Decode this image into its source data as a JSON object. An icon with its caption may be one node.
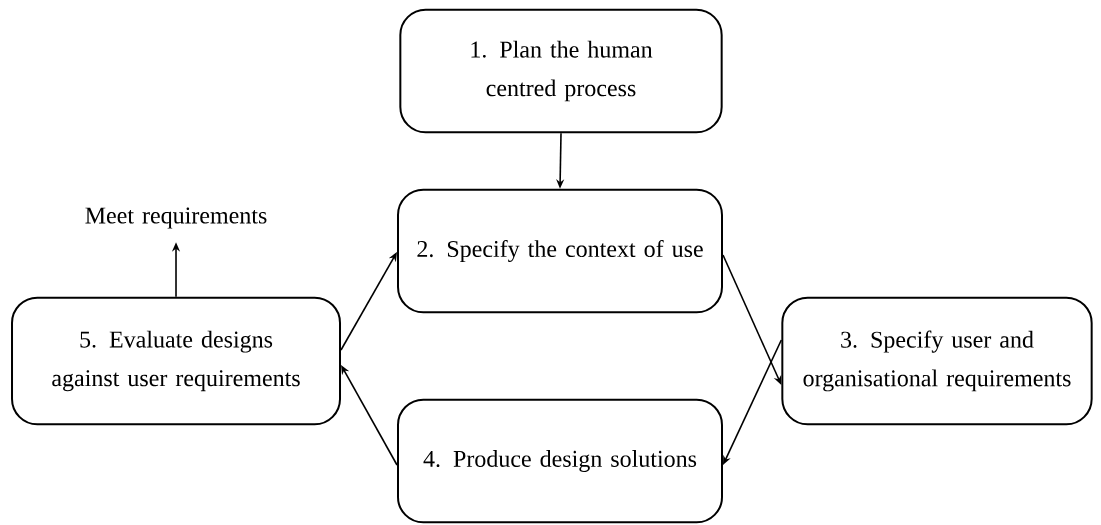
{
  "diagram": {
    "nodes": [
      {
        "text": [
          "1. Plan the human centred process"
        ]
      },
      {
        "text": [
          "2. Specify the context of use"
        ]
      },
      {
        "text": [
          "3. Specify user and organisational requirements"
        ]
      },
      {
        "text": [
          "4. Produce design solutions"
        ]
      },
      {
        "text": [
          "5. Evaluate designs against user requirements"
        ]
      },
      {
        "text": [
          "Meet requirements"
        ]
      }
    ],
    "edges": [
      {
        "from": 0,
        "to": 1,
        "arrow": "to"
      },
      {
        "from": 1,
        "to": 2,
        "arrow": "to"
      },
      {
        "from": 2,
        "to": 3,
        "arrow": "to"
      },
      {
        "from": 3,
        "to": 4,
        "arrow": "to"
      },
      {
        "from": 4,
        "to": 1,
        "arrow": "to"
      },
      {
        "from": 4,
        "to": 5,
        "arrow": "to"
      }
    ]
  }
}
